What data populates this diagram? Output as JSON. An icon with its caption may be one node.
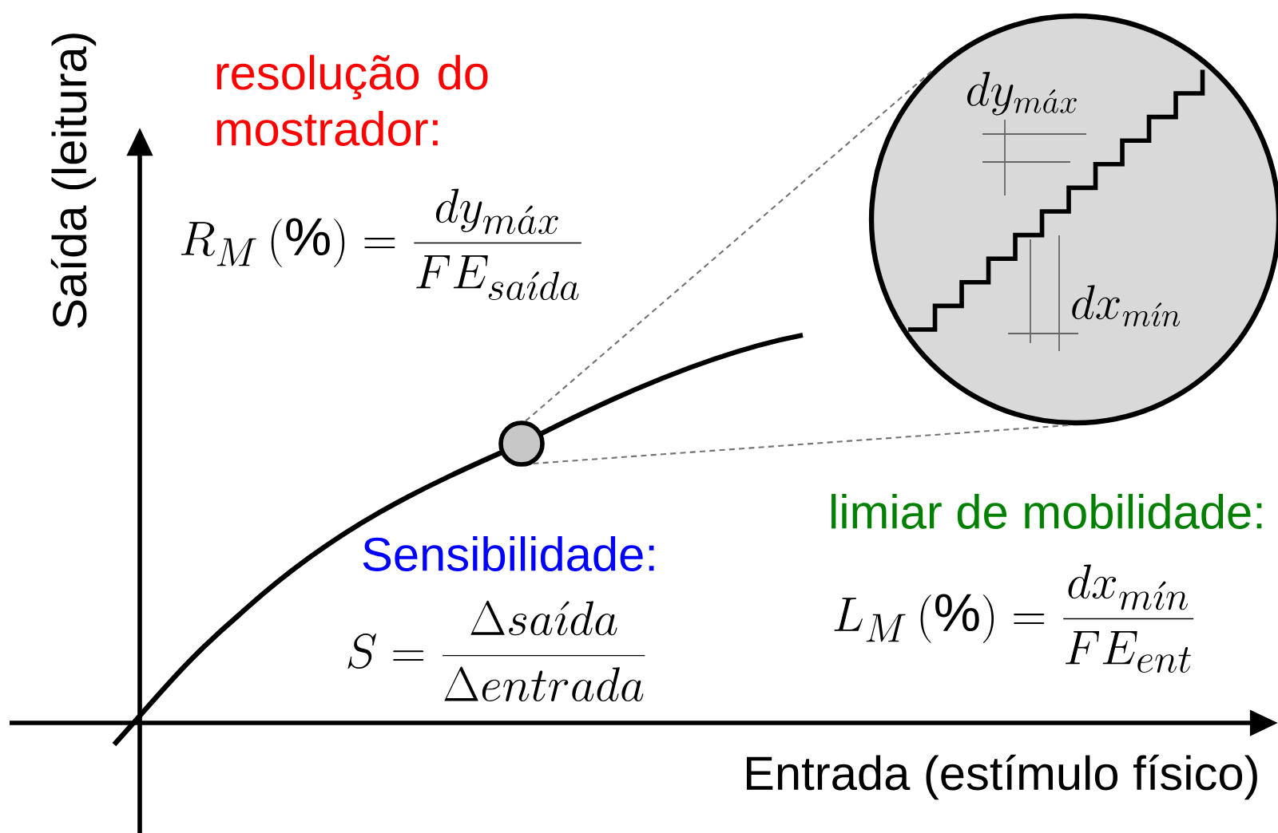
{
  "diagram": {
    "nodes": [
      {
        "text": [],
        "shape": "circle"
      },
      {
        "text": [
          "dy_{m\\acute{a}x}",
          "dx_{m\\acute{\\imath}n}"
        ]
      }
    ],
    "edges": [
      {
        "from": 0,
        "to": 1,
        "arrow": "none",
        "style": "dashed"
      },
      {
        "from": 0,
        "to": 1,
        "arrow": "none",
        "style": "dashed"
      }
    ],
    "labels": [
      "resolução do mostrador:",
      "R_M\\left(\\%\\right)=\\frac{dy_{m\\acute{a}x}}{FE_{sa\\acute{\\imath}da}}",
      "Sensibilidade:",
      "S=\\frac{\\Delta sa\\acute{\\imath}da}{\\Delta entrada}",
      "limiar de mobilidade:",
      "L_M\\left(\\%\\right)=\\frac{dx_{m\\acute{\\imath}n}}{FE_{ent}}",
      "Saída (leitura)",
      "Entrada (estímulo físico)"
    ]
  }
}
